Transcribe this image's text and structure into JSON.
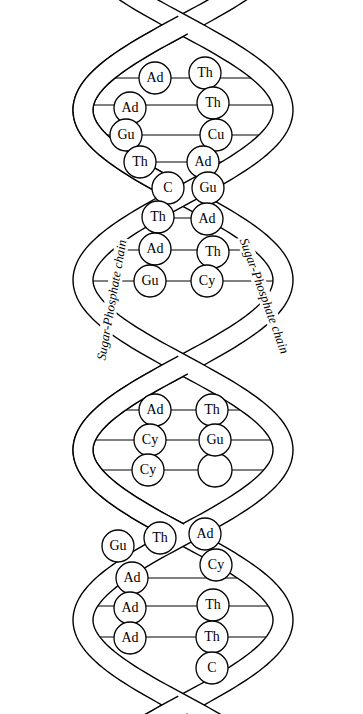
{
  "diagram": {
    "nodes": [
      {
        "text": [
          "Ad"
        ]
      },
      {
        "text": [
          "Th"
        ]
      },
      {
        "text": [
          "Ad"
        ]
      },
      {
        "text": [
          "Th"
        ]
      },
      {
        "text": [
          "Gu"
        ]
      },
      {
        "text": [
          "Cu"
        ]
      },
      {
        "text": [
          "Th"
        ]
      },
      {
        "text": [
          "Ad"
        ]
      },
      {
        "text": [
          "C"
        ]
      },
      {
        "text": [
          "Gu"
        ]
      },
      {
        "text": [
          "Th"
        ]
      },
      {
        "text": [
          "Ad"
        ]
      },
      {
        "text": [
          "Ad"
        ]
      },
      {
        "text": [
          "Th"
        ]
      },
      {
        "text": [
          "Gu"
        ]
      },
      {
        "text": [
          "Cy"
        ]
      },
      {
        "text": [
          "Ad"
        ]
      },
      {
        "text": [
          "Th"
        ]
      },
      {
        "text": [
          "Cy"
        ]
      },
      {
        "text": [
          "Gu"
        ]
      },
      {
        "text": [
          "Cy"
        ]
      },
      {
        "text": [
          "Gu"
        ]
      },
      {
        "text": [
          "Th"
        ]
      },
      {
        "text": [
          "Ad"
        ]
      },
      {
        "text": [
          "Cy"
        ]
      },
      {
        "text": [
          "Ad"
        ]
      },
      {
        "text": [
          "Ad"
        ]
      },
      {
        "text": [
          "Th"
        ]
      },
      {
        "text": [
          "Ad"
        ]
      },
      {
        "text": [
          "Th"
        ]
      },
      {
        "text": [
          "C"
        ]
      }
    ],
    "labels": [
      "Sugar-Phosphate chain",
      "Sugar-Phosphate chain"
    ]
  }
}
